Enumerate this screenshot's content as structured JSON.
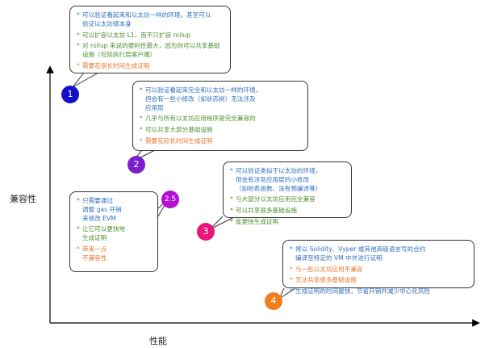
{
  "axes": {
    "y_label": "兼容性",
    "x_label": "性能"
  },
  "colors": {
    "blue_text": "#2e6fc0",
    "green_text": "#4d8f2c",
    "orange_text": "#e8762c",
    "marker_1": "#1111cc",
    "marker_2": "#7a1fc9",
    "marker_2_5": "#b40fd6",
    "marker_3": "#e9177a",
    "marker_4": "#ef7e1c"
  },
  "markers": [
    {
      "label": "1",
      "color": "#1111cc"
    },
    {
      "label": "2",
      "color": "#7a1fc9"
    },
    {
      "label": "2.5",
      "color": "#b40fd6"
    },
    {
      "label": "3",
      "color": "#e9177a"
    },
    {
      "label": "4",
      "color": "#ef7e1c"
    }
  ],
  "bubbles": {
    "b1": {
      "blue": [
        "可以验证看起来和以太坊一样的环境，甚至可以\n验证以太坊链本身"
      ],
      "green": [
        "可以扩容以太坊 L1，而不只扩容 rollup",
        "对 rollup 来说的便利性最大，因为你可以共享基础\n设施（包括执行层客户端）"
      ],
      "orange": [
        "需要花很长时间生成证明"
      ]
    },
    "b2": {
      "blue": [
        "可以验证看起来完全和以太坊一样的环境，\n但会有一些小修改（如状态树）无法涉及\n应用层"
      ],
      "green": [
        "几乎与所有以太坊应用程序是完全兼容的",
        "可以共享大部分基础设施"
      ],
      "orange": [
        "需要花较长时间生成证明"
      ]
    },
    "b25": {
      "blue": [
        "只需要通过\n调整 gas 开销\n来修改 EVM"
      ],
      "green": [
        "让它可以更快地\n生成证明"
      ],
      "orange": [
        "带来一点\n不兼容性"
      ]
    },
    "b3": {
      "blue": [
        "可以验证类似于以太坊的环境，\n但会有涉及应用层的小修改\n（如哈希函数、没有预编译等）"
      ],
      "green": [
        "与大部分以太坊应用完全兼容",
        "可以共享很多基础设施",
        "能更快生成证明"
      ],
      "orange": []
    },
    "b4": {
      "blue": [
        "将以 Solidity、Vyper 或其他高级语言写的合约\n编译至特定的 VM 中并进行证明"
      ],
      "green": [],
      "orange": [
        "与一些以太坊应用不兼容",
        "无法共享很多基础设施"
      ],
      "blue_tail": [
        "生成证明的时间最快，节省开销并减少中心化风险"
      ]
    }
  }
}
